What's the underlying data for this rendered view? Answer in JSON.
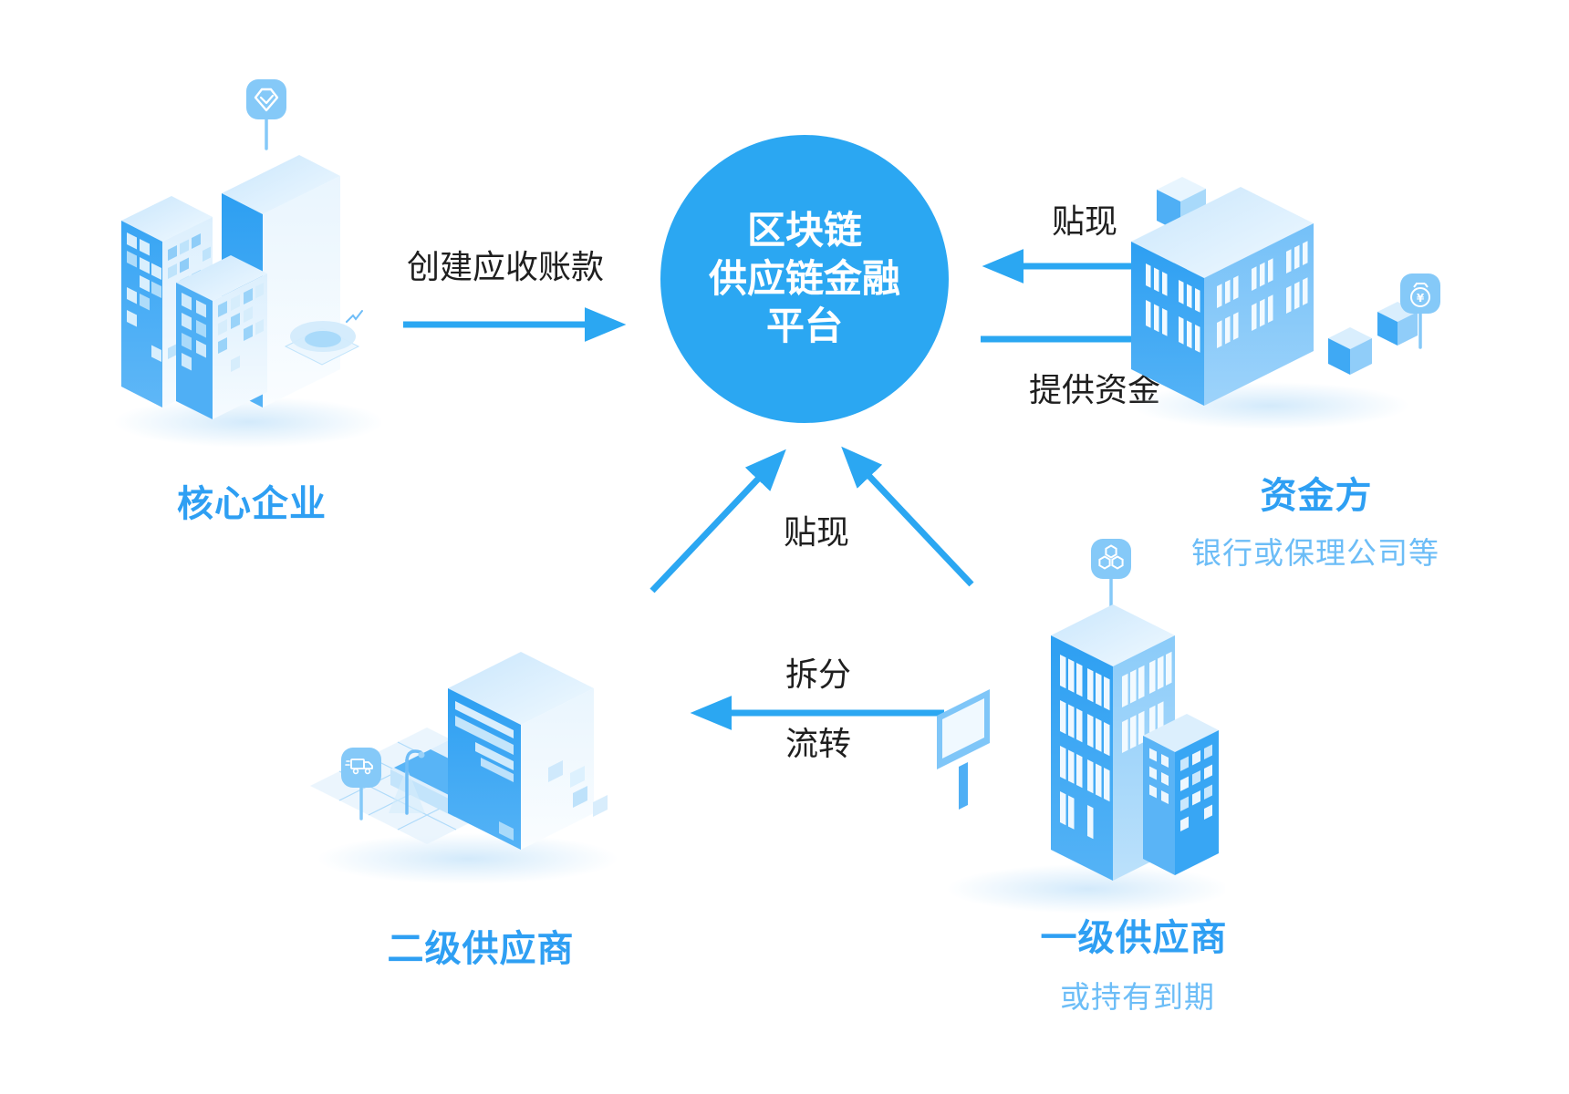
{
  "nodes": {
    "platform": {
      "line1": "区块链",
      "line2": "供应链金融",
      "line3": "平台"
    },
    "core_enterprise": {
      "label": "核心企业",
      "icon": "badge-check-icon"
    },
    "funder": {
      "label": "资金方",
      "subtitle": "银行或保理公司等",
      "icon": "money-bag-icon"
    },
    "tier1_supplier": {
      "label": "一级供应商",
      "subtitle": "或持有到期",
      "icon": "honeycomb-icon"
    },
    "tier2_supplier": {
      "label": "二级供应商",
      "icon": "delivery-truck-icon"
    }
  },
  "flows": {
    "create_receivables": {
      "label": "创建应收账款",
      "from": "core_enterprise",
      "to": "platform"
    },
    "discount_funder": {
      "label": "贴现",
      "from": "funder",
      "to": "platform"
    },
    "provide_funds": {
      "label": "提供资金",
      "from": "platform",
      "to": "funder"
    },
    "discount_suppliers": {
      "label": "贴现",
      "from": "tier2_supplier_and_tier1_supplier",
      "to": "platform"
    },
    "split": {
      "label": "拆分",
      "from": "tier1_supplier",
      "to": "tier2_supplier"
    },
    "transfer": {
      "label": "流转",
      "from": "tier1_supplier",
      "to": "tier2_supplier"
    }
  },
  "colors": {
    "accent": "#2BA7F2",
    "title_text": "#2E9FF3",
    "subtitle_text": "#6CBDF7",
    "label_text": "#1F1F1F",
    "circle_text": "#FFFFFF",
    "pin_icon_bg": "#85C9F8"
  }
}
